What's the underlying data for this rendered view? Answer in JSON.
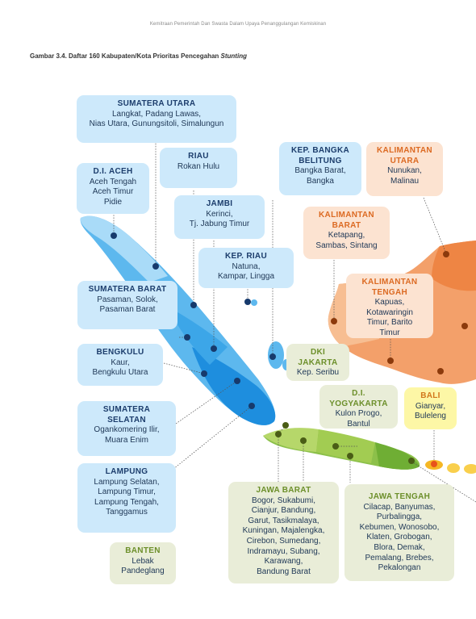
{
  "header": "Kemitraan Pemerintah Dan Swasta Dalam Upaya Penanggulangan Kemiskinan",
  "figure_caption": {
    "text": "Gambar 3.4. Daftar 160 Kabupaten/Kota Prioritas Pencegahan ",
    "emph": "Stunting"
  },
  "provinces": {
    "sumut": {
      "title": "SUMATERA UTARA",
      "lines": [
        "Langkat, Padang Lawas,",
        "Nias Utara, Gunungsitoli, Simalungun"
      ]
    },
    "aceh": {
      "title": "D.I. ACEH",
      "lines": [
        "Aceh Tengah",
        "Aceh Timur",
        "Pidie"
      ]
    },
    "riau": {
      "title": "RIAU",
      "lines": [
        "Rokan Hulu"
      ]
    },
    "jambi": {
      "title": "JAMBI",
      "lines": [
        "Kerinci,",
        "Tj. Jabung Timur"
      ]
    },
    "kepriau": {
      "title": "KEP. RIAU",
      "lines": [
        "Natuna,",
        "Kampar, Lingga"
      ]
    },
    "babel": {
      "title_lines": [
        "KEP. BANGKA",
        "BELITUNG"
      ],
      "lines": [
        "Bangka Barat,",
        "Bangka"
      ]
    },
    "kaltara": {
      "title_lines": [
        "KALIMANTAN",
        "UTARA"
      ],
      "lines": [
        "Nunukan,",
        "Malinau"
      ]
    },
    "kalbar": {
      "title_lines": [
        "KALIMANTAN",
        "BARAT"
      ],
      "lines": [
        "Ketapang,",
        "Sambas, Sintang"
      ]
    },
    "kalteng": {
      "title_lines": [
        "KALIMANTAN",
        "TENGAH"
      ],
      "lines": [
        "Kapuas,",
        "Kotawaringin",
        "Timur, Barito",
        "Timur"
      ]
    },
    "sumbar": {
      "title": "SUMATERA BARAT",
      "lines": [
        "Pasaman, Solok,",
        "Pasaman Barat"
      ]
    },
    "bengkulu": {
      "title": "BENGKULU",
      "lines": [
        "Kaur,",
        "Bengkulu Utara"
      ]
    },
    "dki": {
      "title_lines": [
        "DKI",
        "JAKARTA"
      ],
      "lines": [
        "Kep. Seribu"
      ]
    },
    "diy": {
      "title_lines": [
        "D.I.",
        "YOGYAKARTA"
      ],
      "lines": [
        "Kulon Progo,",
        "Bantul"
      ]
    },
    "bali": {
      "title": "BALI",
      "lines": [
        "Gianyar,",
        "Buleleng"
      ]
    },
    "sumsel": {
      "title_lines": [
        "SUMATERA",
        "SELATAN"
      ],
      "lines": [
        "Ogankomering Ilir,",
        "Muara Enim"
      ]
    },
    "lampung": {
      "title": "LAMPUNG",
      "lines": [
        "Lampung Selatan,",
        "Lampung Timur,",
        "Lampung Tengah,",
        "Tanggamus"
      ]
    },
    "jabar": {
      "title": "JAWA BARAT",
      "lines": [
        "Bogor, Sukabumi,",
        "Cianjur, Bandung,",
        "Garut, Tasikmalaya,",
        "Kuningan, Majalengka,",
        "Cirebon, Sumedang,",
        "Indramayu, Subang,",
        "Karawang,",
        "Bandung Barat"
      ]
    },
    "jateng": {
      "title": "JAWA TENGAH",
      "lines": [
        "Cilacap, Banyumas,",
        "Purbalingga,",
        "Kebumen, Wonosobo,",
        "Klaten, Grobogan,",
        "Blora, Demak,",
        "Pemalang, Brebes,",
        "Pekalongan"
      ]
    },
    "banten": {
      "title": "BANTEN",
      "lines": [
        "Lebak",
        "Pandeglang"
      ]
    }
  },
  "colors": {
    "sumatra": "#3ca6e8",
    "kalimantan": "#f3a06a",
    "java": "#8cc04a",
    "bali": "#f5b724"
  }
}
